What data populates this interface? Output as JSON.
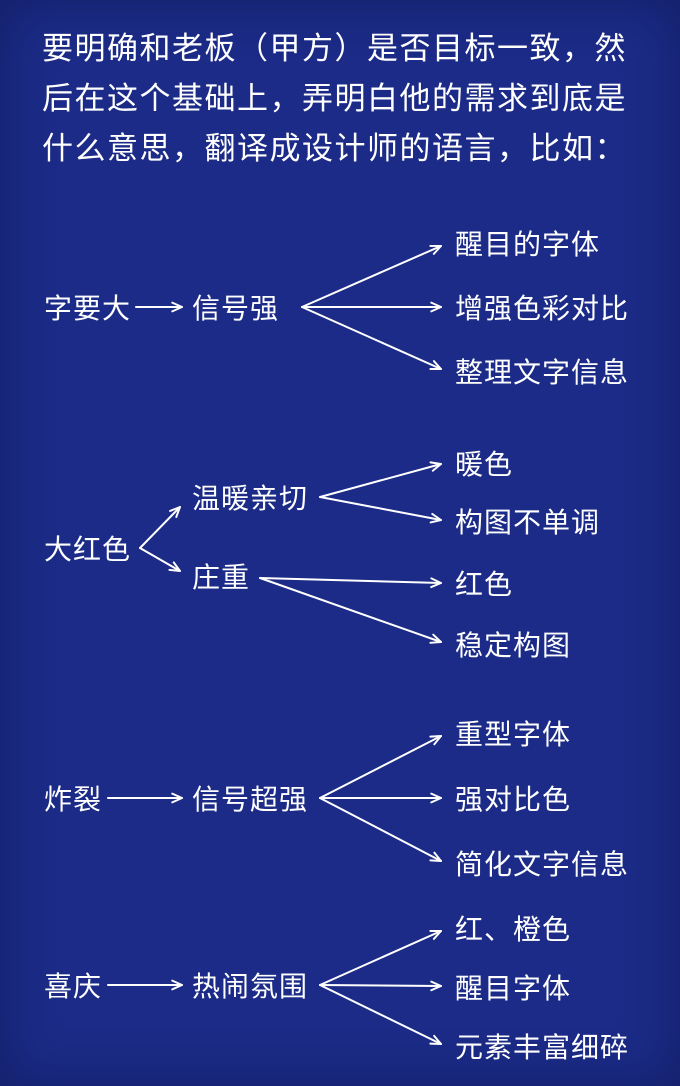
{
  "colors": {
    "background": "#1b2b87",
    "text": "#ffffff",
    "arrow": "#ffffff"
  },
  "intro": {
    "text": "要明确和老板（甲方）是否目标一致，然后在这个基础上，弄明白他的需求到底是什么意思，翻译成设计师的语言，比如："
  },
  "diagram": {
    "sections": [
      {
        "source": "字要大",
        "middles": [
          {
            "label": "信号强",
            "targets": [
              "醒目的字体",
              "增强色彩对比",
              "整理文字信息"
            ]
          }
        ]
      },
      {
        "source": "大红色",
        "middles": [
          {
            "label": "温暖亲切",
            "targets": [
              "暖色",
              "构图不单调"
            ]
          },
          {
            "label": "庄重",
            "targets": [
              "红色",
              "稳定构图"
            ]
          }
        ]
      },
      {
        "source": "炸裂",
        "middles": [
          {
            "label": "信号超强",
            "targets": [
              "重型字体",
              "强对比色",
              "简化文字信息"
            ]
          }
        ]
      },
      {
        "source": "喜庆",
        "middles": [
          {
            "label": "热闹氛围",
            "targets": [
              "红、橙色",
              "醒目字体",
              "元素丰富细碎"
            ]
          }
        ]
      }
    ]
  }
}
